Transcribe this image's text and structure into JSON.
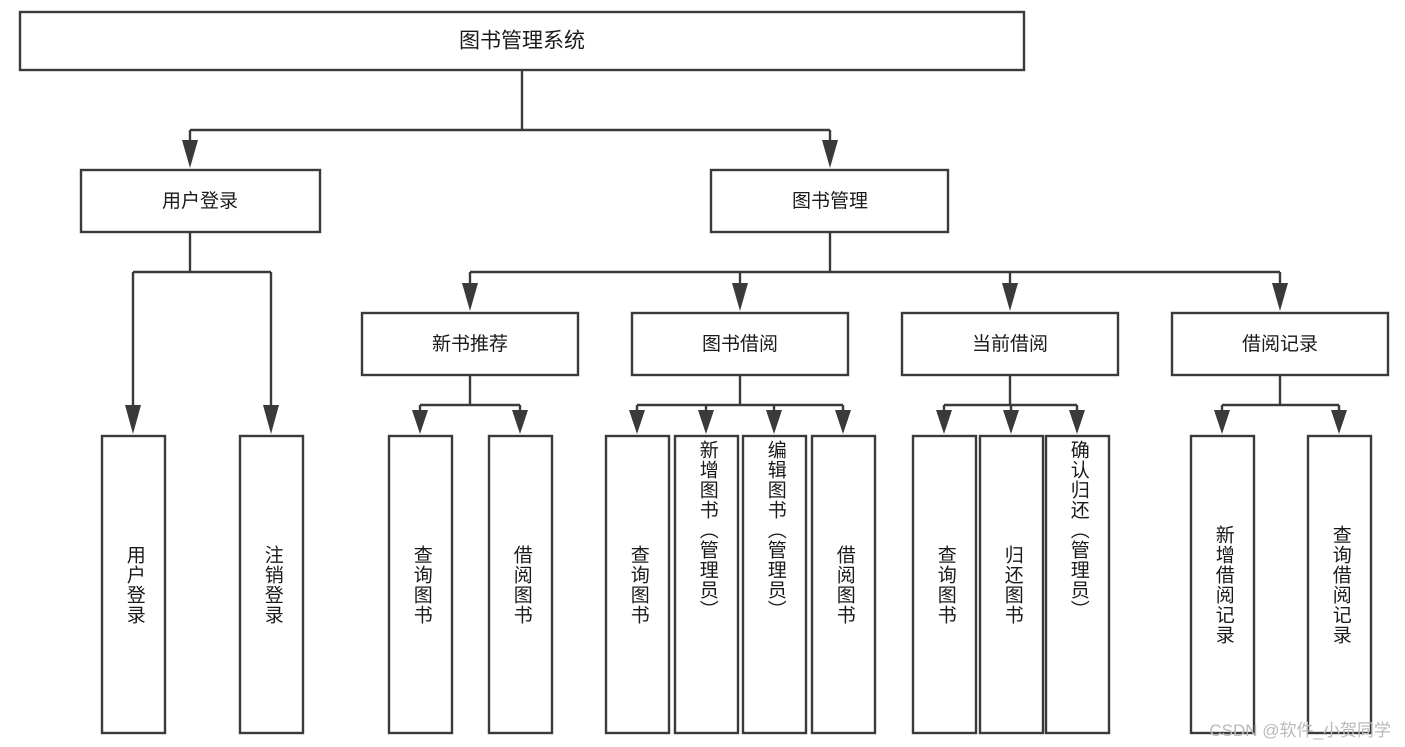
{
  "diagram": {
    "title": "图书管理系统",
    "type": "tree",
    "root": {
      "id": "root",
      "label": "图书管理系统"
    },
    "level2": [
      {
        "id": "user-login",
        "label": "用户登录"
      },
      {
        "id": "book-manage",
        "label": "图书管理"
      }
    ],
    "level3": [
      {
        "id": "new-book-rec",
        "label": "新书推荐",
        "parent": "book-manage"
      },
      {
        "id": "book-borrow",
        "label": "图书借阅",
        "parent": "book-manage"
      },
      {
        "id": "current-borrow",
        "label": "当前借阅",
        "parent": "book-manage"
      },
      {
        "id": "borrow-record",
        "label": "借阅记录",
        "parent": "book-manage"
      }
    ],
    "leaves": [
      {
        "id": "leaf-user-login",
        "label": "用户登录",
        "parent": "user-login"
      },
      {
        "id": "leaf-logout",
        "label": "注销登录",
        "parent": "user-login"
      },
      {
        "id": "leaf-query-book-rec",
        "label": "查询图书",
        "parent": "new-book-rec"
      },
      {
        "id": "leaf-borrow-book-rec",
        "label": "借阅图书",
        "parent": "new-book-rec"
      },
      {
        "id": "leaf-query-book-borrow",
        "label": "查询图书",
        "parent": "book-borrow"
      },
      {
        "id": "leaf-add-book",
        "label": "新增图书（管理员）",
        "parent": "book-borrow"
      },
      {
        "id": "leaf-edit-book",
        "label": "编辑图书（管理员）",
        "parent": "book-borrow"
      },
      {
        "id": "leaf-borrow-book",
        "label": "借阅图书",
        "parent": "book-borrow"
      },
      {
        "id": "leaf-query-book-cur",
        "label": "查询图书",
        "parent": "current-borrow"
      },
      {
        "id": "leaf-return-book",
        "label": "归还图书",
        "parent": "current-borrow"
      },
      {
        "id": "leaf-confirm-return",
        "label": "确认归还（管理员）",
        "parent": "current-borrow"
      },
      {
        "id": "leaf-add-record",
        "label": "新增借阅记录",
        "parent": "borrow-record"
      },
      {
        "id": "leaf-query-record",
        "label": "查询借阅记录",
        "parent": "borrow-record"
      }
    ]
  },
  "watermark": {
    "text": "CSDN @软件_小贺同学"
  },
  "colors": {
    "stroke": "#3a3a3a",
    "fill": "#ffffff",
    "text": "#1a1a1a",
    "watermark": "#b9b9b9"
  }
}
